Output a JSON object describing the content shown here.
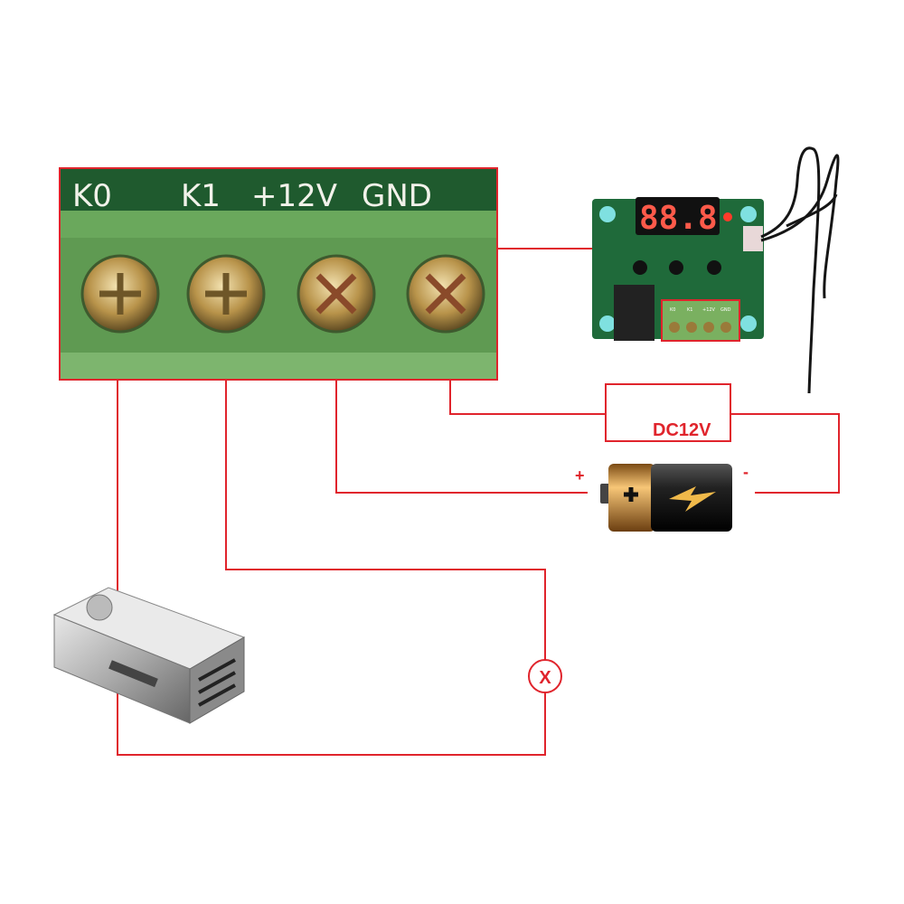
{
  "terminal_block": {
    "labels": [
      "K0",
      "K1",
      "+12V",
      "GND"
    ]
  },
  "thermostat": {
    "display": "88.8",
    "small_terminal_labels": [
      "K0",
      "K1",
      "+12V",
      "GND"
    ]
  },
  "power_box": {
    "label": "DC12V"
  },
  "battery": {
    "plus": "+",
    "minus": "-"
  },
  "load": {
    "symbol": "X"
  },
  "colors": {
    "wire": "#e0242c",
    "terminal_green": "#5f9a52",
    "pcb_green": "#1f5a2e",
    "screw": "#b8934a"
  }
}
